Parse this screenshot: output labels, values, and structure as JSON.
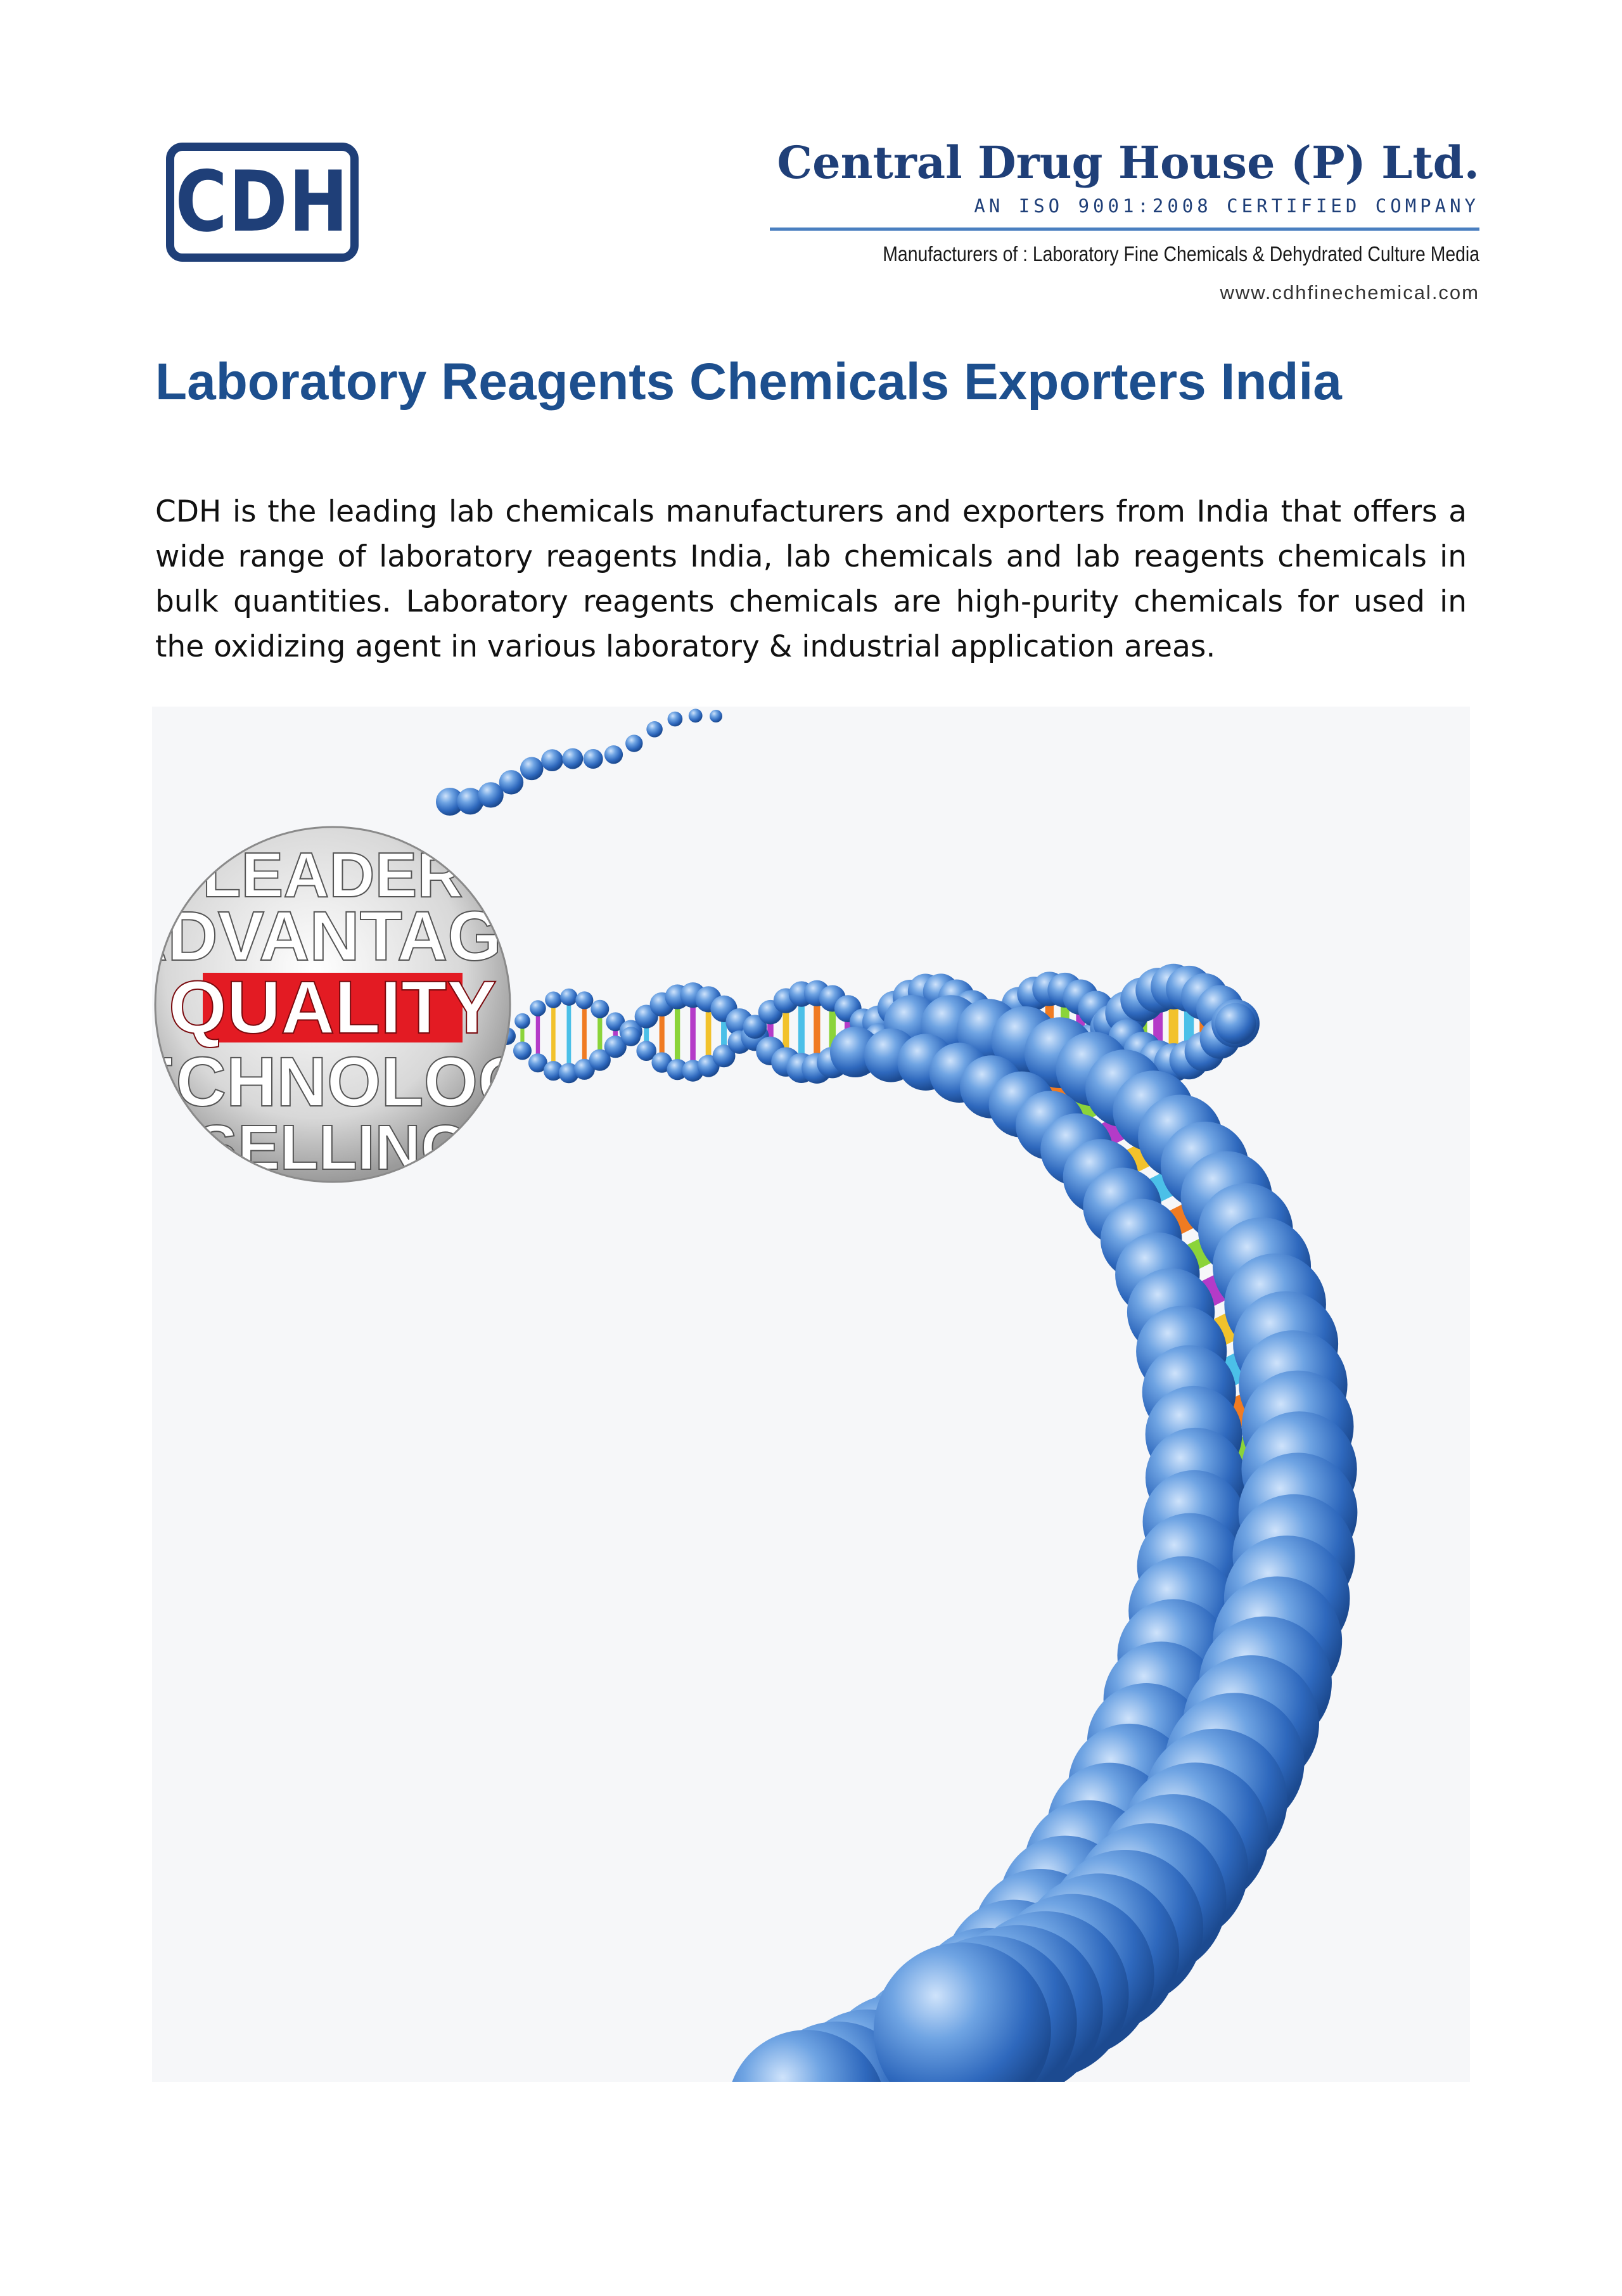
{
  "header": {
    "logo_text": "CDH",
    "company_name": "Central Drug House (P) Ltd.",
    "certification": "AN ISO 9001:2008 CERTIFIED COMPANY",
    "manufacturers_line": "Manufacturers of : Laboratory Fine Chemicals & Dehydrated Culture Media",
    "website": "www.cdhfinechemical.com"
  },
  "main": {
    "title": "Laboratory Reagents Chemicals Exporters India",
    "paragraph": "CDH is the leading lab chemicals manufacturers and exporters from India that offers a wide range of laboratory reagents India, lab chemicals and lab reagents chemicals in bulk quantities. Laboratory reagents chemicals are high-purity chemicals for used in the oxidizing agent in various laboratory & industrial application areas."
  },
  "image": {
    "sphere_words": [
      "LEADER",
      "ADVANTAGE",
      "QUALITY",
      "TECHNOLOGY",
      "SELLING"
    ],
    "accent_color": "#e31b23",
    "colors": {
      "brand_blue": "#1f3f78",
      "title_blue": "#1d4f8e",
      "atom_blue": "#3f7fd0"
    }
  }
}
